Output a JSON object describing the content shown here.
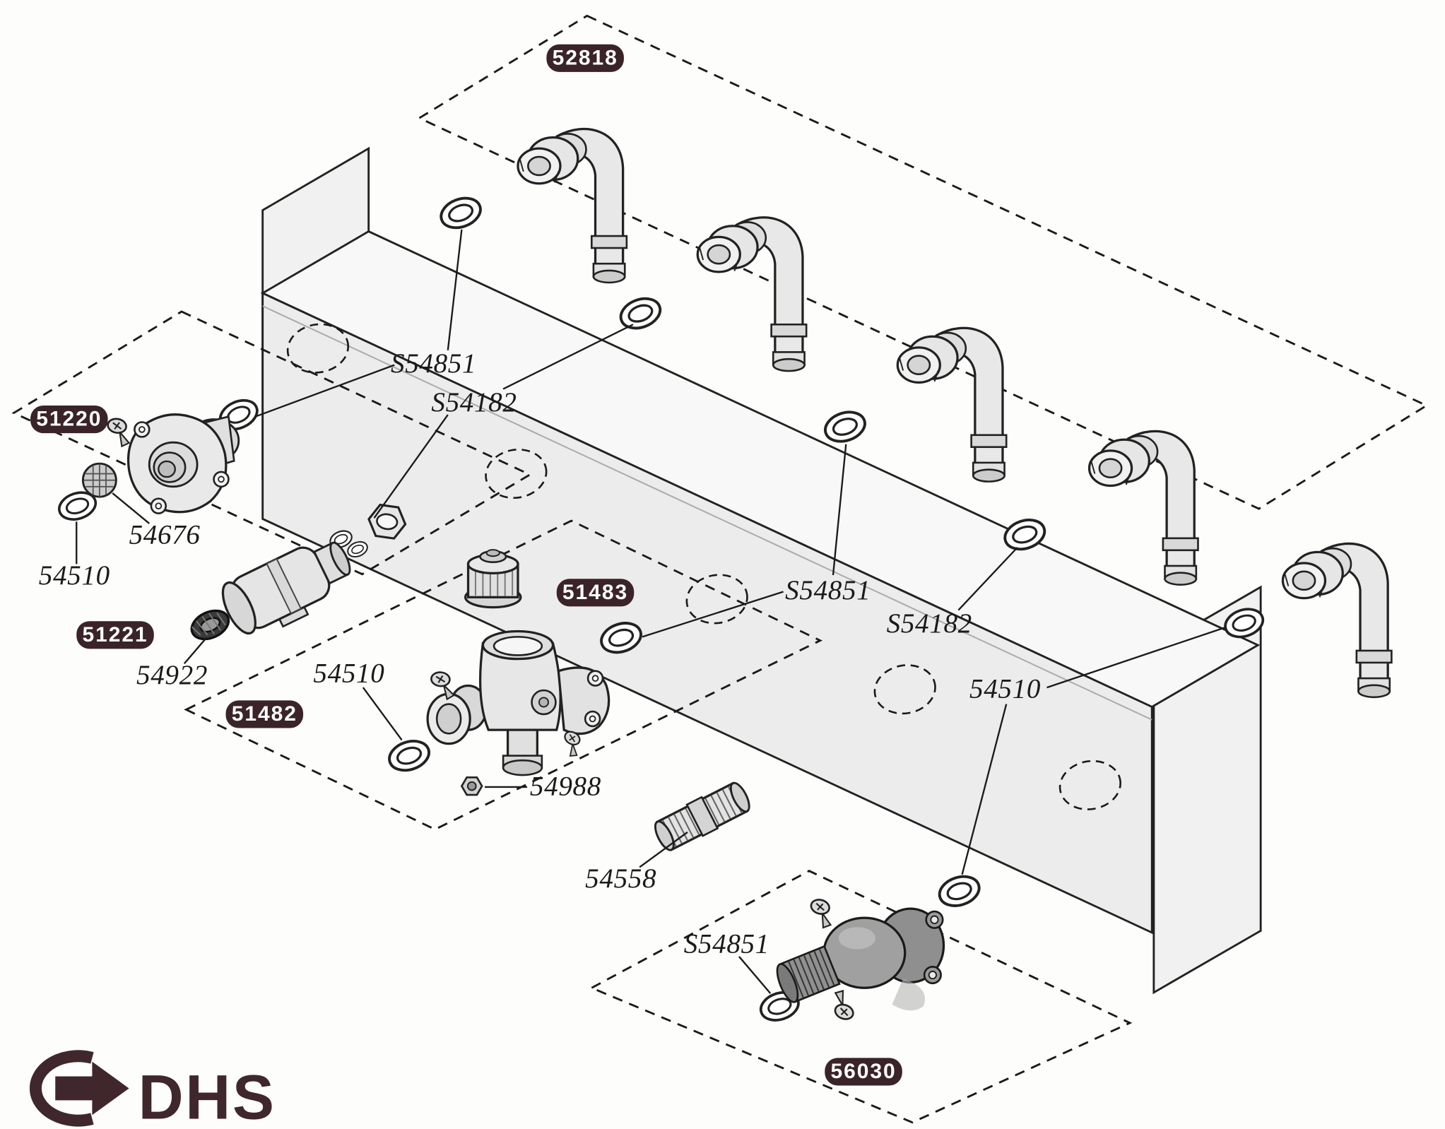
{
  "badges": {
    "b52818": "52818",
    "b51220": "51220",
    "b51221": "51221",
    "b51482": "51482",
    "b51483": "51483",
    "b56030": "56030"
  },
  "callouts": {
    "s54851": "S54851",
    "s54182": "S54182",
    "n54510": "54510",
    "n54676": "54676",
    "n54922": "54922",
    "n54988": "54988",
    "n54558": "54558"
  },
  "logo": {
    "text": "DHS"
  },
  "colors": {
    "background": "#fdfdfb",
    "ink": "#1a1a1a",
    "badge_bg": "#3a2428",
    "badge_text": "#ffffff",
    "logo_color": "#3f272c",
    "part_fill": "#e8e8e8",
    "panel_fill": "#ececec"
  }
}
